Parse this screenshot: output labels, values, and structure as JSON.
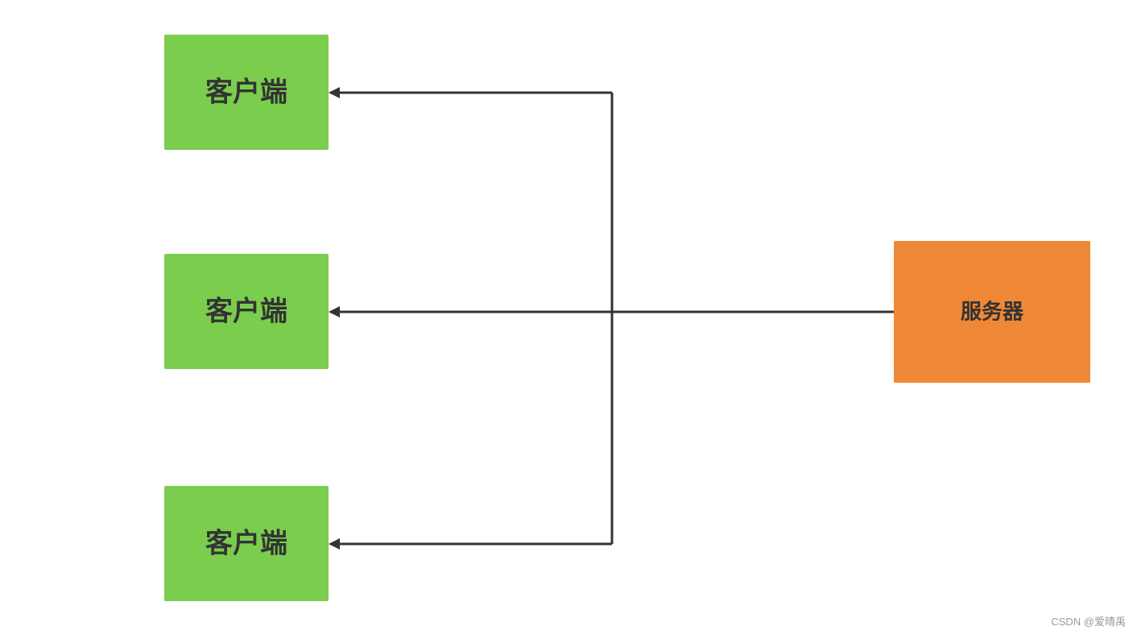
{
  "nodes": {
    "client_1": {
      "label": "客户端",
      "color": "#7bcd4e"
    },
    "client_2": {
      "label": "客户端",
      "color": "#7bcd4e"
    },
    "client_3": {
      "label": "客户端",
      "color": "#7bcd4e"
    },
    "server": {
      "label": "服务器",
      "color": "#ef8836"
    }
  },
  "edges": [
    {
      "from": "server",
      "to": "client_1"
    },
    {
      "from": "server",
      "to": "client_2"
    },
    {
      "from": "server",
      "to": "client_3"
    }
  ],
  "line_color": "#333333",
  "watermark": "CSDN @爱晴禹"
}
